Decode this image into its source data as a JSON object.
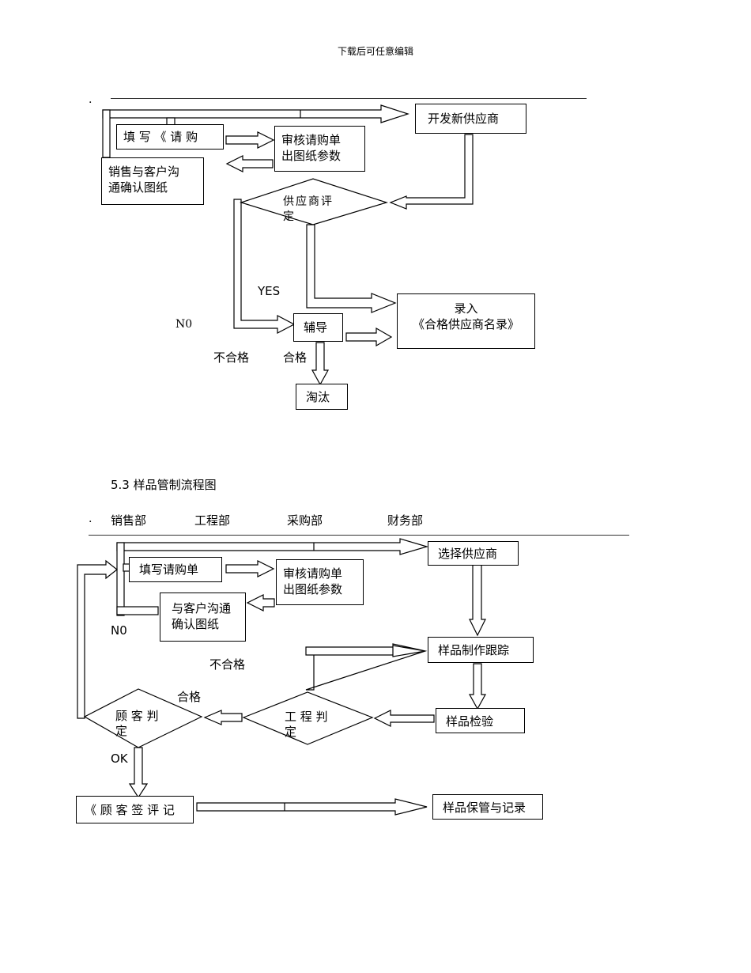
{
  "header_note": "下载后可任意编辑",
  "bullet": ".",
  "flow1": {
    "fill_requisition": "填 写 《 请 购",
    "review_line1": "审核请购单",
    "review_line2": "出图纸参数",
    "sales_line1": "销售与客户沟",
    "sales_line2": "通确认图纸",
    "develop_supplier": "开发新供应商",
    "evaluate_line1": "供应商评",
    "evaluate_line2": "定",
    "yes_label": "YES",
    "no_label": "N0",
    "record_line1": "录入",
    "record_line2": "《合格供应商名录》",
    "coach": "辅导",
    "unqualified": "不合格",
    "qualified": "合格",
    "eliminate": "淘汰"
  },
  "section_title": "5.3 样品管制流程图",
  "departments": [
    "销售部",
    "工程部",
    "采购部",
    "财务部"
  ],
  "flow2": {
    "fill_requisition": "填写请购单",
    "review_line1": "审核请购单",
    "review_line2": "出图纸参数",
    "select_supplier": "选择供应商",
    "customer_line1": "与客户沟通",
    "customer_line2": "确认图纸",
    "no_label": "N0",
    "unqualified": "不合格",
    "sample_tracking": "样品制作跟踪",
    "qualified": "合格",
    "customer_judge_line1": "顾 客 判",
    "customer_judge_line2": "定",
    "engineering_judge_line1": "工 程 判",
    "engineering_judge_line2": "定",
    "sample_inspection": "样品检验",
    "ok_label": "OK",
    "customer_sign": "《 顾 客 签 评 记",
    "storage_record": "样品保管与记录"
  }
}
